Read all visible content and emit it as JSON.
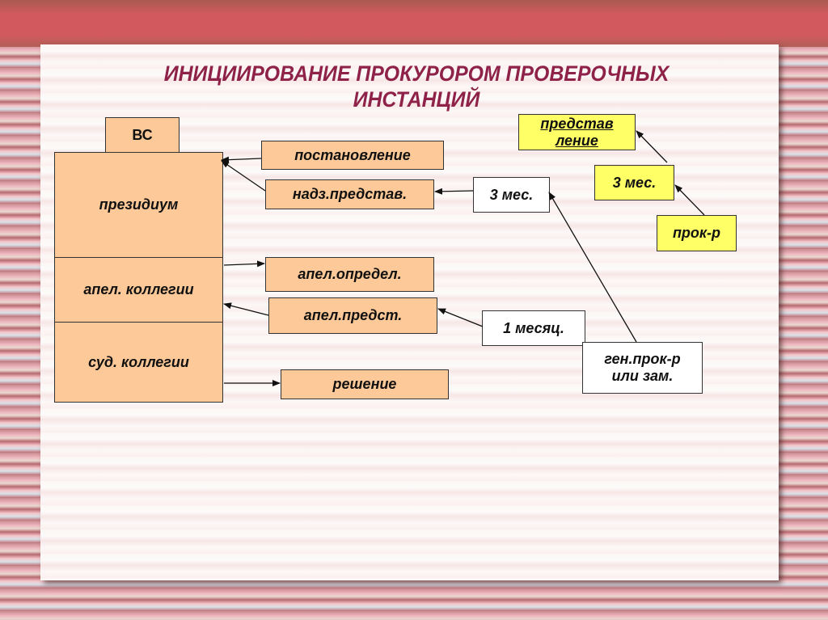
{
  "title": "ИНИЦИИРОВАНИЕ   ПРОКУРОРОМ  ПРОВЕРОЧНЫХ ИНСТАНЦИЙ",
  "courts": {
    "vs": "ВС",
    "presidium": "президиум",
    "appeal_collegia": "апел. коллегии",
    "judicial_collegia": "суд. коллегии"
  },
  "acts": {
    "resolution": "постановление",
    "supervisory_submission": "надз.представ.",
    "appeal_ruling": "апел.определ.",
    "appeal_submission": "апел.предст.",
    "decision": "решение"
  },
  "terms": {
    "three_months": "3 мес.",
    "one_month": "1 месяц.",
    "prosecutor_general": "ген.прок-р или зам."
  },
  "legend": {
    "submission": "представ ление",
    "three_months": "3 мес.",
    "prosecutor": "прок-р"
  }
}
